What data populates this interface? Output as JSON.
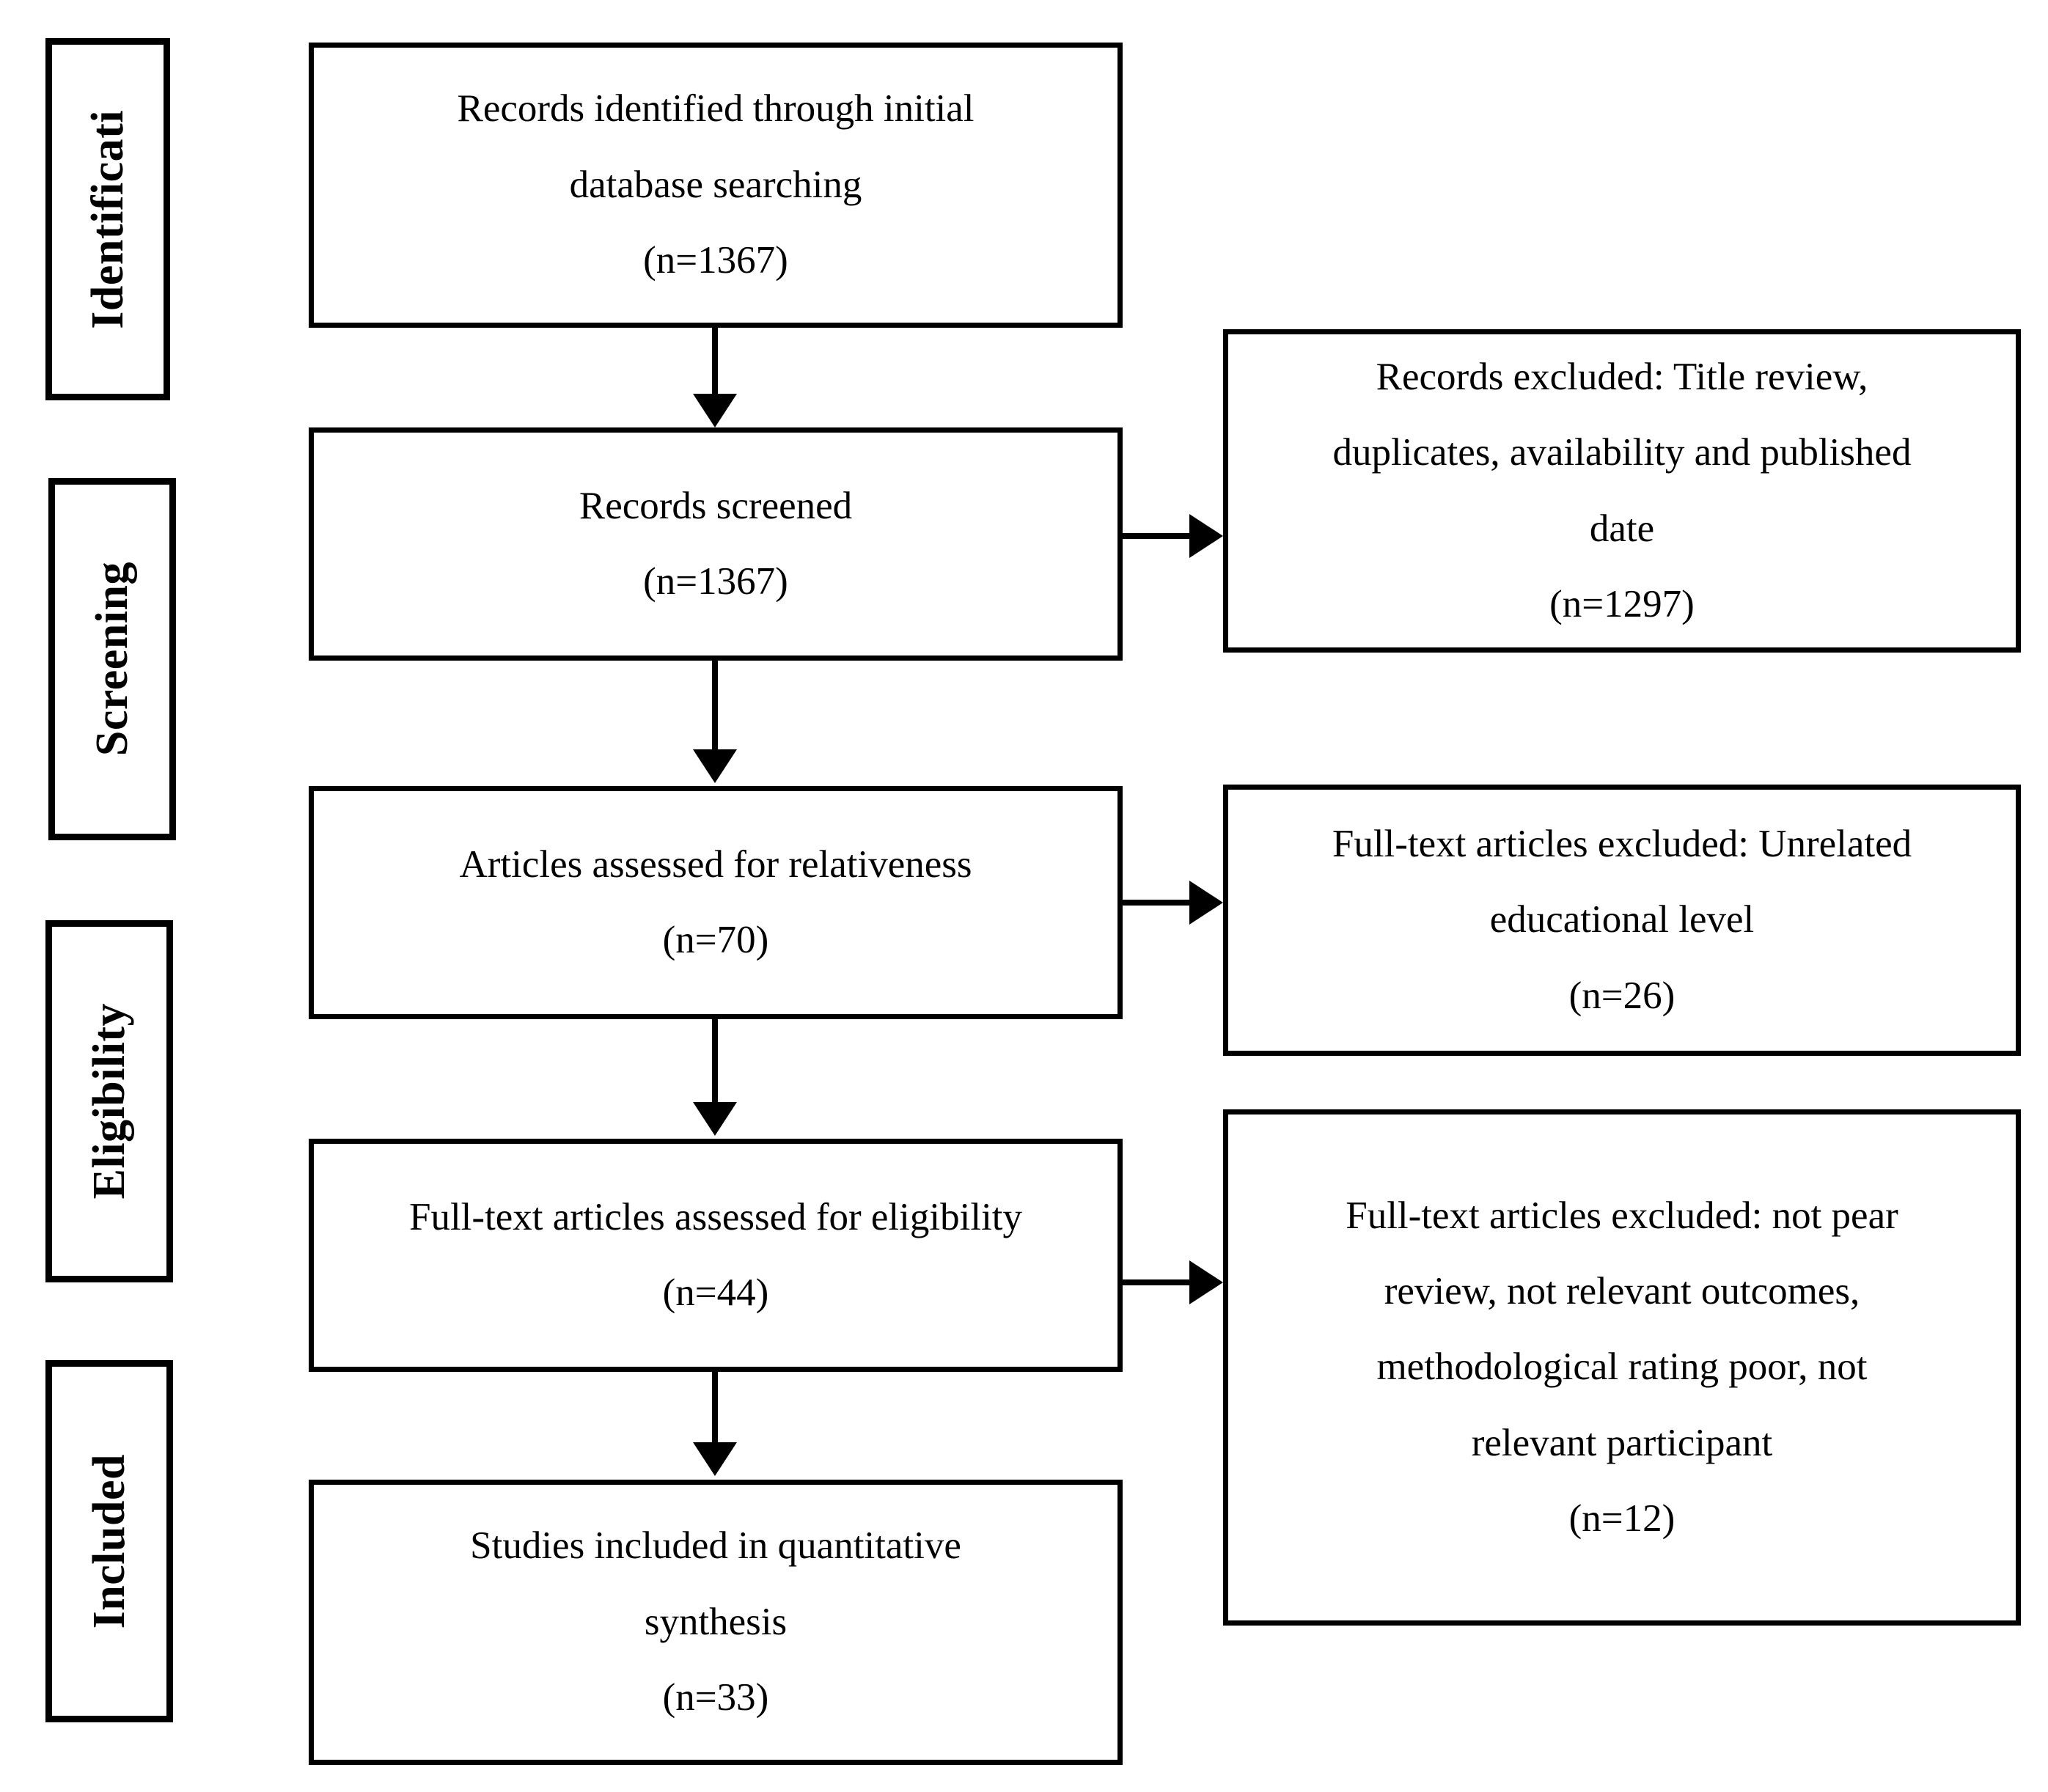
{
  "diagram": {
    "type": "prisma-flow-diagram",
    "stages": [
      {
        "id": "identification",
        "label": "Identificati"
      },
      {
        "id": "screening",
        "label": "Screening"
      },
      {
        "id": "eligibility",
        "label": "Eligibility"
      },
      {
        "id": "included",
        "label": "Included"
      }
    ],
    "flow_boxes": [
      {
        "id": "records-identified",
        "lines": [
          "Records identified through initial",
          "database searching",
          "(n=1367)"
        ],
        "count": 1367
      },
      {
        "id": "records-screened",
        "lines": [
          "Records screened",
          "(n=1367)"
        ],
        "count": 1367
      },
      {
        "id": "articles-assessed-relativeness",
        "lines": [
          "Articles assessed for relativeness",
          "(n=70)"
        ],
        "count": 70
      },
      {
        "id": "full-text-assessed-eligibility",
        "lines": [
          "Full-text articles assessed for eligibility",
          "(n=44)"
        ],
        "count": 44
      },
      {
        "id": "studies-included",
        "lines": [
          "Studies included in quantitative",
          "synthesis",
          "(n=33)"
        ],
        "count": 33
      }
    ],
    "exclusion_boxes": [
      {
        "id": "records-excluded",
        "lines": [
          "Records excluded: Title review,",
          "duplicates, availability and published",
          "date",
          "(n=1297)"
        ],
        "count": 1297
      },
      {
        "id": "full-text-excluded-unrelated-level",
        "lines": [
          "Full-text articles excluded: Unrelated",
          "educational level",
          "(n=26)"
        ],
        "count": 26
      },
      {
        "id": "full-text-excluded-other",
        "lines": [
          "Full-text articles excluded: not pear",
          "review, not relevant outcomes,",
          "methodological rating poor, not",
          "relevant participant",
          "(n=12)"
        ],
        "count": 12
      }
    ],
    "colors": {
      "border": "#000000",
      "background": "#ffffff",
      "text": "#000000"
    }
  }
}
